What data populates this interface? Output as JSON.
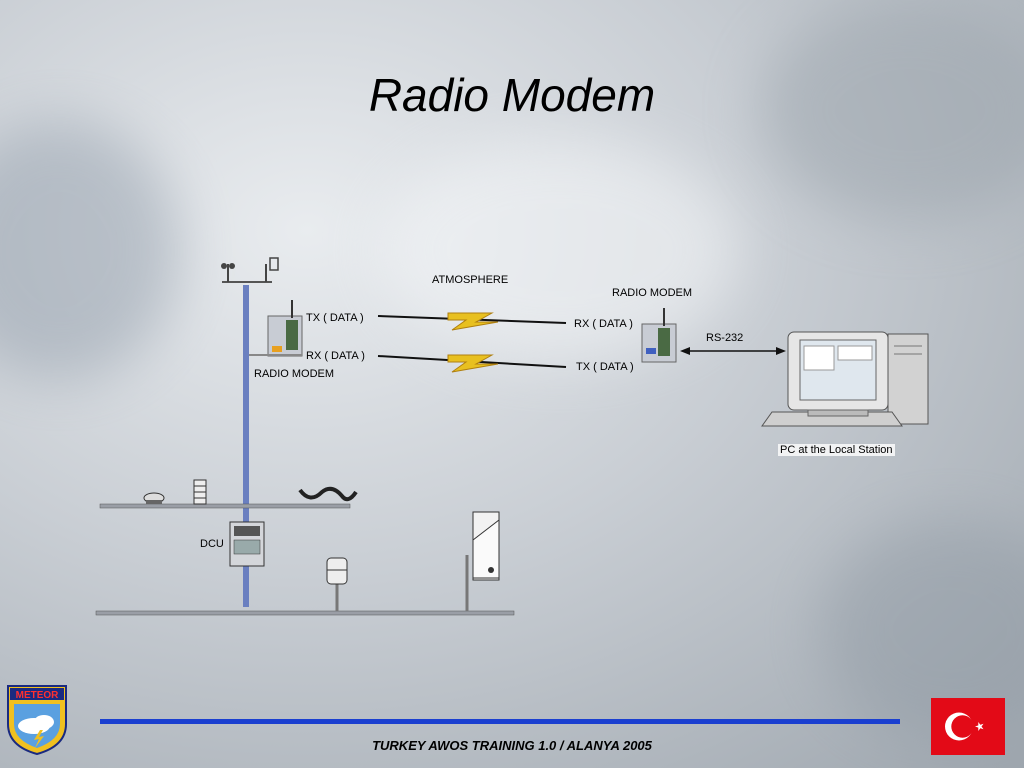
{
  "slide": {
    "title": "Radio Modem",
    "footer": "TURKEY AWOS TRAINING 1.0 / ALANYA 2005"
  },
  "diagram": {
    "atmosphere": "ATMOSPHERE",
    "left_tx": "TX ( DATA )",
    "left_rx": "RX ( DATA )",
    "left_modem": "RADIO MODEM",
    "right_modem": "RADIO MODEM",
    "right_rx": "RX ( DATA )",
    "right_tx": "TX ( DATA )",
    "rs232": "RS-232",
    "pc_label": "PC  at the Local Station",
    "dcu": "DCU"
  },
  "logo": {
    "text": "METEOR"
  },
  "colors": {
    "footer_line": "#1a3fd0",
    "mast": "#6a7fc0",
    "flag_red": "#e30a17",
    "bolt": "#e8c020"
  }
}
